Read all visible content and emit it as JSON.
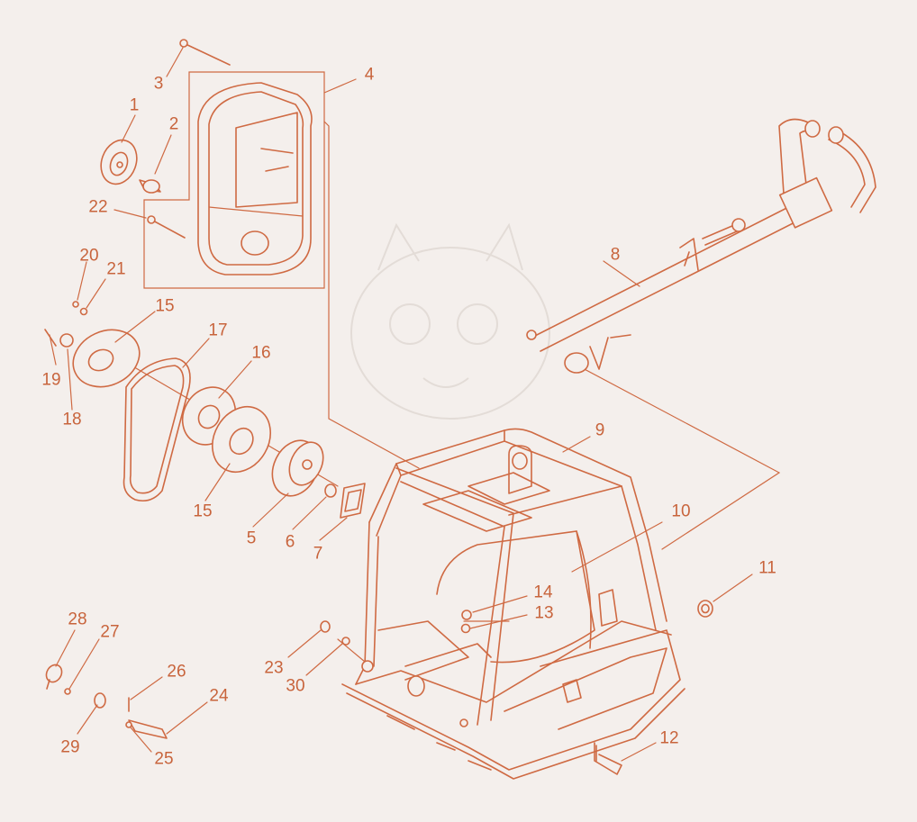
{
  "colors": {
    "line": "#cf6a43",
    "label": "#c8643c",
    "background": "#f4efec"
  },
  "labels": {
    "p1": "1",
    "p2": "2",
    "p3": "3",
    "p4": "4",
    "p5": "5",
    "p6": "6",
    "p7": "7",
    "p8": "8",
    "p9": "9",
    "p10": "10",
    "p11": "11",
    "p12": "12",
    "p13": "13",
    "p14": "14",
    "p15a": "15",
    "p15b": "15",
    "p16": "16",
    "p17": "17",
    "p18": "18",
    "p19": "19",
    "p20": "20",
    "p21": "21",
    "p22": "22",
    "p23": "23",
    "p24": "24",
    "p25": "25",
    "p26": "26",
    "p27": "27",
    "p28": "28",
    "p29": "29",
    "p30": "30"
  }
}
